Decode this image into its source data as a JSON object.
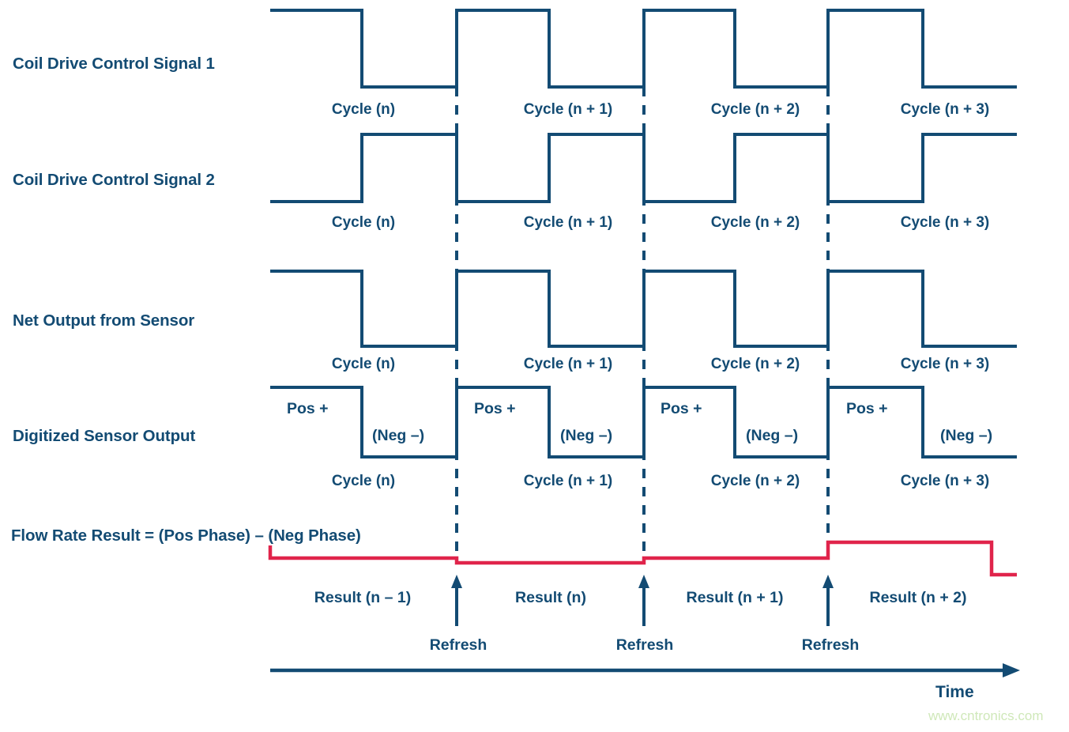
{
  "theme": {
    "signal_color": "#134B73",
    "result_color": "#E0244B",
    "background": "#ffffff",
    "watermark_color": "#cfe8b9"
  },
  "rows": [
    {
      "id": "coil-drive-control-signal-1",
      "label": "Coil Drive Control Signal 1"
    },
    {
      "id": "coil-drive-control-signal-2",
      "label": "Coil Drive Control Signal 2"
    },
    {
      "id": "net-output-from-sensor",
      "label": "Net Output from Sensor"
    },
    {
      "id": "digitized-sensor-output",
      "label": "Digitized Sensor Output"
    },
    {
      "id": "flow-rate-result",
      "label": "Flow Rate Result = (Pos Phase) – (Neg Phase)"
    }
  ],
  "cycles": [
    {
      "label": "Cycle (n)"
    },
    {
      "label": "Cycle (n + 1)"
    },
    {
      "label": "Cycle (n + 2)"
    },
    {
      "label": "Cycle (n + 3)"
    }
  ],
  "phase_labels": {
    "positive": "Pos +",
    "negative": "(Neg –)"
  },
  "results": [
    {
      "label": "Result (n – 1)"
    },
    {
      "label": "Result (n)"
    },
    {
      "label": "Result (n + 1)"
    },
    {
      "label": "Result (n + 2)"
    }
  ],
  "refresh": [
    {
      "label": "Refresh"
    },
    {
      "label": "Refresh"
    },
    {
      "label": "Refresh"
    }
  ],
  "axis": {
    "time_label": "Time"
  },
  "watermark": {
    "text": "www.cntronics.com"
  },
  "chart_data": {
    "type": "line",
    "title": "Coil Drive / Sensor Output Timing Diagram",
    "xlabel": "Time",
    "ylabel": "",
    "grid": false,
    "legend_position": "left-labels",
    "x_transitions": [
      342,
      458,
      578,
      695,
      815,
      930,
      1048,
      1168,
      1287
    ],
    "cycle_boundaries": [
      578,
      815,
      1048
    ],
    "series": [
      {
        "name": "Coil Drive Control Signal 1",
        "levels": [
          "high",
          "low",
          "high",
          "low",
          "high",
          "low",
          "high",
          "low"
        ],
        "y_high": 13,
        "y_low": 110
      },
      {
        "name": "Coil Drive Control Signal 2",
        "levels": [
          "low",
          "high",
          "low",
          "high",
          "low",
          "high",
          "low",
          "high"
        ],
        "y_high": 170,
        "y_low": 255
      },
      {
        "name": "Net Output from Sensor",
        "levels": [
          "high",
          "low",
          "high",
          "low",
          "high",
          "low",
          "high",
          "low"
        ],
        "y_high": 343,
        "y_low": 438
      },
      {
        "name": "Digitized Sensor Output",
        "levels": [
          "high",
          "low",
          "high",
          "low",
          "high",
          "low",
          "high",
          "low"
        ],
        "y_high": 490,
        "y_low": 578
      },
      {
        "name": "Flow Rate Result",
        "step_x": [
          342,
          578,
          815,
          1048,
          1255,
          1287
        ],
        "step_y": [
          706,
          712,
          706,
          686,
          727
        ],
        "color": "#E0244B"
      }
    ]
  }
}
